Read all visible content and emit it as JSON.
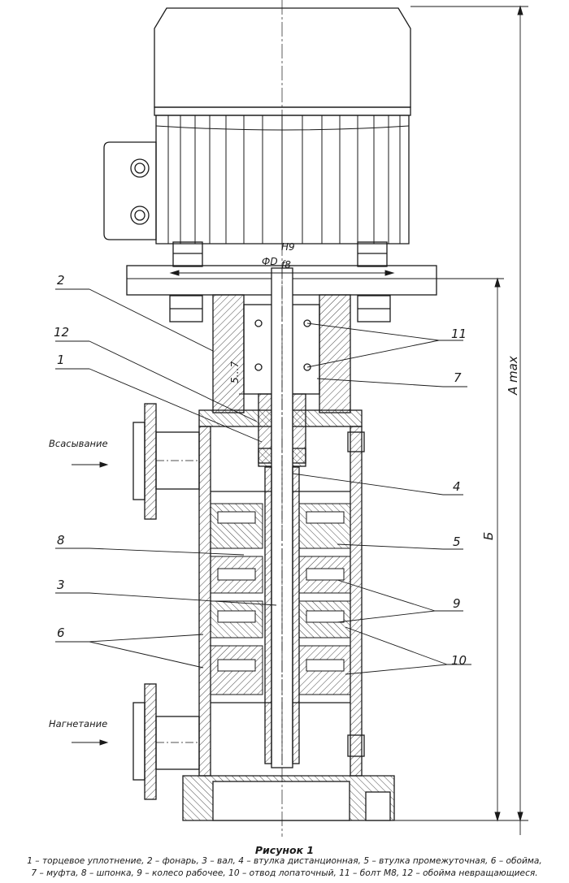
{
  "figure": {
    "title": "Рисунок 1",
    "legend_line1": "1 – торцевое уплотнение, 2 – фонарь, 3 – вал, 4 – втулка дистанционная, 5 – втулка промежуточная, 6 – обойма,",
    "legend_line2": "7 – муфта, 8 – шпонка, 9 – колесо рабочее, 10 – отвод лопаточный, 11 – болт М8, 12 – обойма невращающиеся."
  },
  "annotations": {
    "suction": "Всасывание",
    "discharge": "Нагнетание",
    "dim_A": "А max",
    "dim_B": "Б",
    "dim_D_base": "ФD",
    "dim_D_top": "H9",
    "dim_D_bottom": "f8",
    "gap": "5…7"
  },
  "callouts": [
    "1",
    "2",
    "3",
    "4",
    "5",
    "6",
    "7",
    "8",
    "9",
    "10",
    "11",
    "12"
  ]
}
